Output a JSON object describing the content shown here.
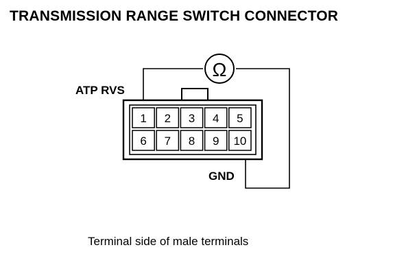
{
  "title": "TRANSMISSION RANGE SWITCH CONNECTOR",
  "labels": {
    "atp_rvs": "ATP RVS",
    "gnd": "GND",
    "ohm_symbol": "Ω"
  },
  "terminals": {
    "top_row": [
      "1",
      "2",
      "3",
      "4",
      "5"
    ],
    "bottom_row": [
      "6",
      "7",
      "8",
      "9",
      "10"
    ]
  },
  "caption": "Terminal side of male terminals"
}
